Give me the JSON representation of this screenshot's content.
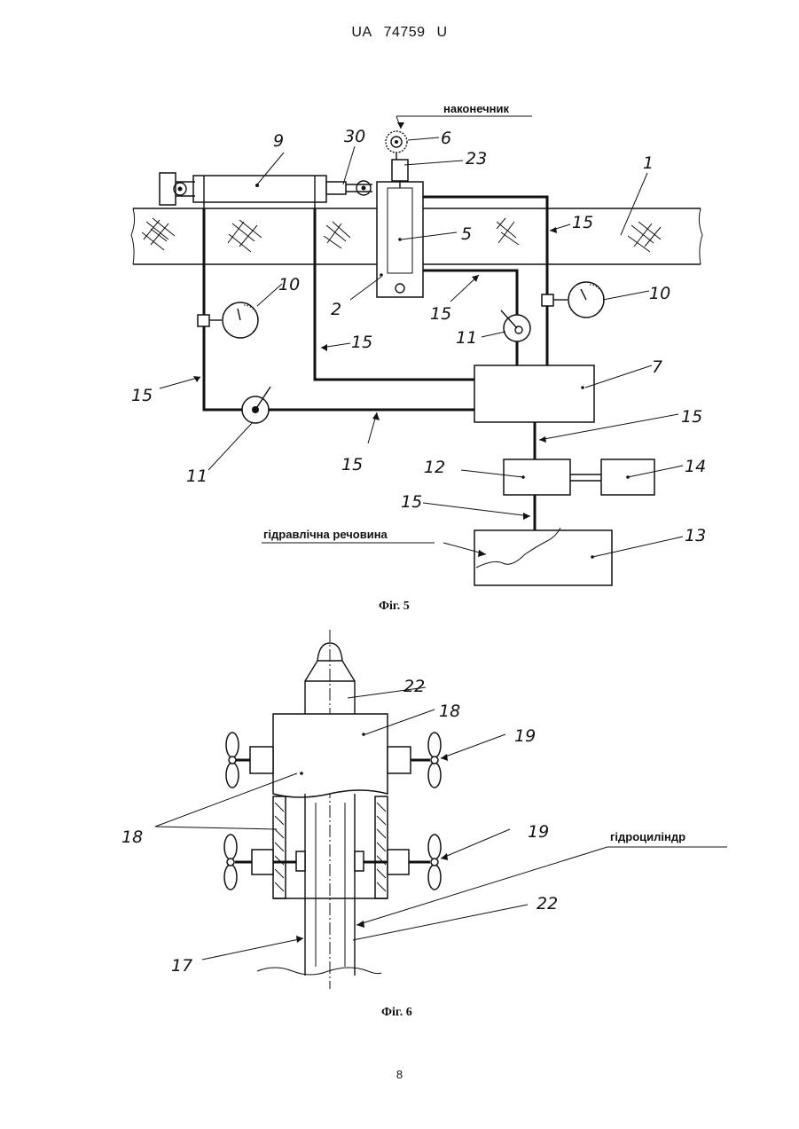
{
  "header": {
    "country": "UA",
    "number": "74759",
    "kind": "U"
  },
  "figure5": {
    "caption": "Фіг. 5",
    "text_labels": {
      "tip": "наконечник",
      "hydraulic_fluid": "гідравлічна речовина"
    },
    "numerals": {
      "n9": "9",
      "n30": "30",
      "n6": "6",
      "n23": "23",
      "n1": "1",
      "n15a": "15",
      "n5": "5",
      "n2": "2",
      "n10a": "10",
      "n10b": "10",
      "n15b": "15",
      "n11a": "11",
      "n15c": "15",
      "n7": "7",
      "n15d": "15",
      "n15e": "15",
      "n11b": "11",
      "n15f": "15",
      "n12": "12",
      "n14": "14",
      "n15g": "15",
      "n13": "13"
    }
  },
  "figure6": {
    "caption": "Фіг. 6",
    "text_labels": {
      "hydraulic_cylinder": "гідроциліндр"
    },
    "numerals": {
      "n22a": "22",
      "n18a": "18",
      "n19a": "19",
      "n18b": "18",
      "n19b": "19",
      "n22b": "22",
      "n17": "17"
    }
  },
  "page_number": "8"
}
